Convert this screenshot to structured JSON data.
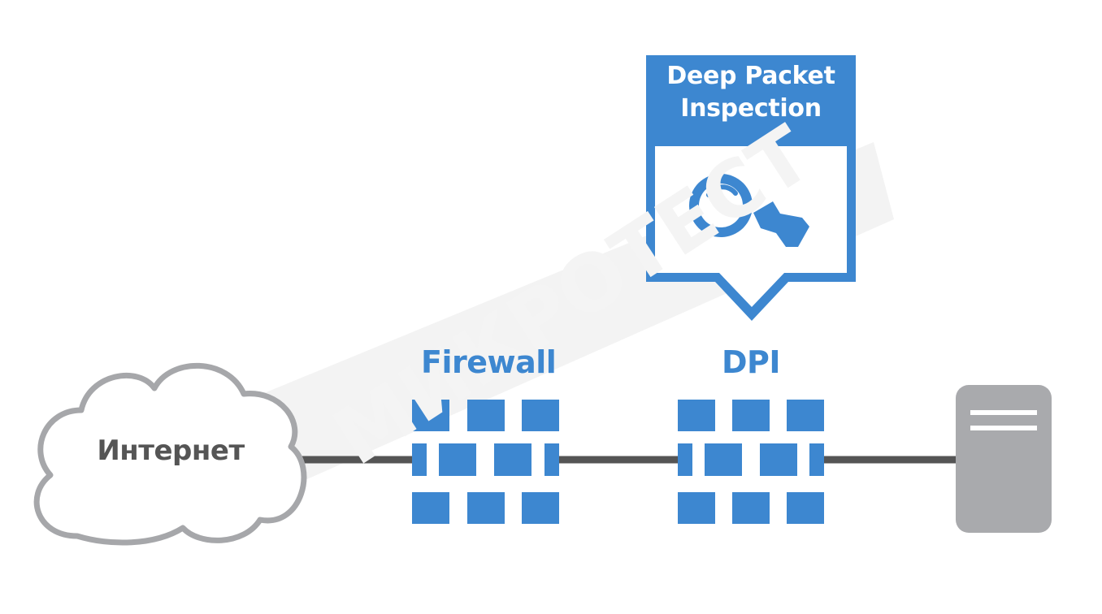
{
  "callout": {
    "title_line1": "Deep Packet",
    "title_line2": "Inspection",
    "icon": "magnifier-icon"
  },
  "labels": {
    "firewall": "Firewall",
    "dpi": "DPI",
    "internet": "Интернет"
  },
  "watermark": {
    "text": "МИКРОТЕСТ"
  },
  "icons": {
    "cloud": "cloud-icon",
    "firewall": "brick-wall-icon",
    "server": "server-icon"
  },
  "colors": {
    "accent": "#3d87d0",
    "cloud_stroke": "#a6a7aa",
    "link": "#555555",
    "server": "#a9aaad",
    "watermark_band": "#ececec"
  }
}
